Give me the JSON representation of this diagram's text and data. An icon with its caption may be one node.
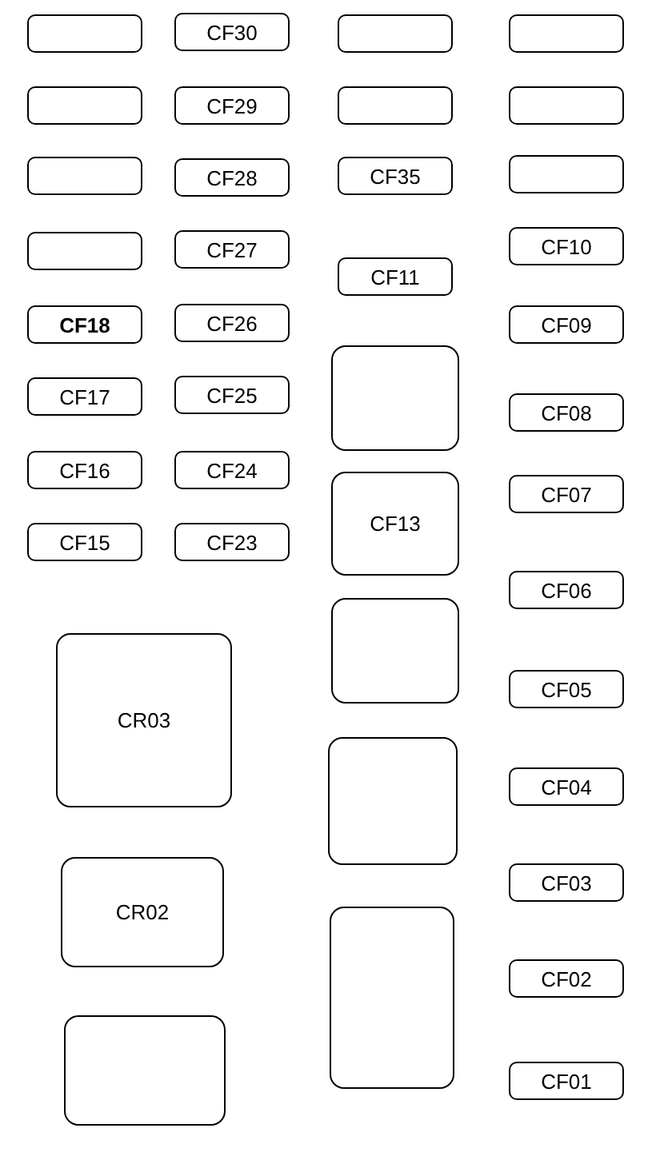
{
  "diagram": {
    "nodes": [
      {
        "text": [],
        "shape": "box"
      },
      {
        "text": [
          "CF30"
        ]
      },
      {
        "text": [],
        "shape": "box"
      },
      {
        "text": [],
        "shape": "box"
      },
      {
        "text": [],
        "shape": "box"
      },
      {
        "text": [
          "CF29"
        ]
      },
      {
        "text": [],
        "shape": "box"
      },
      {
        "text": [],
        "shape": "box"
      },
      {
        "text": [],
        "shape": "box"
      },
      {
        "text": [
          "CF28"
        ]
      },
      {
        "text": [
          "CF35"
        ]
      },
      {
        "text": [],
        "shape": "box"
      },
      {
        "text": [],
        "shape": "box"
      },
      {
        "text": [
          "CF27"
        ]
      },
      {
        "text": [
          "CF10"
        ]
      },
      {
        "text": [
          "CF11"
        ]
      },
      {
        "text": [
          "CF18"
        ]
      },
      {
        "text": [
          "CF26"
        ]
      },
      {
        "text": [
          "CF09"
        ]
      },
      {
        "text": [],
        "shape": "box"
      },
      {
        "text": [
          "CF17"
        ]
      },
      {
        "text": [
          "CF25"
        ]
      },
      {
        "text": [
          "CF08"
        ]
      },
      {
        "text": [
          "CF16"
        ]
      },
      {
        "text": [
          "CF24"
        ]
      },
      {
        "text": [
          "CF13"
        ]
      },
      {
        "text": [
          "CF07"
        ]
      },
      {
        "text": [
          "CF15"
        ]
      },
      {
        "text": [
          "CF23"
        ]
      },
      {
        "text": [
          "CF06"
        ]
      },
      {
        "text": [],
        "shape": "box"
      },
      {
        "text": [
          "CR03"
        ]
      },
      {
        "text": [
          "CF05"
        ]
      },
      {
        "text": [],
        "shape": "box"
      },
      {
        "text": [
          "CF04"
        ]
      },
      {
        "text": [
          "CR02"
        ]
      },
      {
        "text": [
          "CF03"
        ]
      },
      {
        "text": [],
        "shape": "box"
      },
      {
        "text": [
          "CF02"
        ]
      },
      {
        "text": [],
        "shape": "box"
      },
      {
        "text": [
          "CF01"
        ]
      }
    ]
  }
}
